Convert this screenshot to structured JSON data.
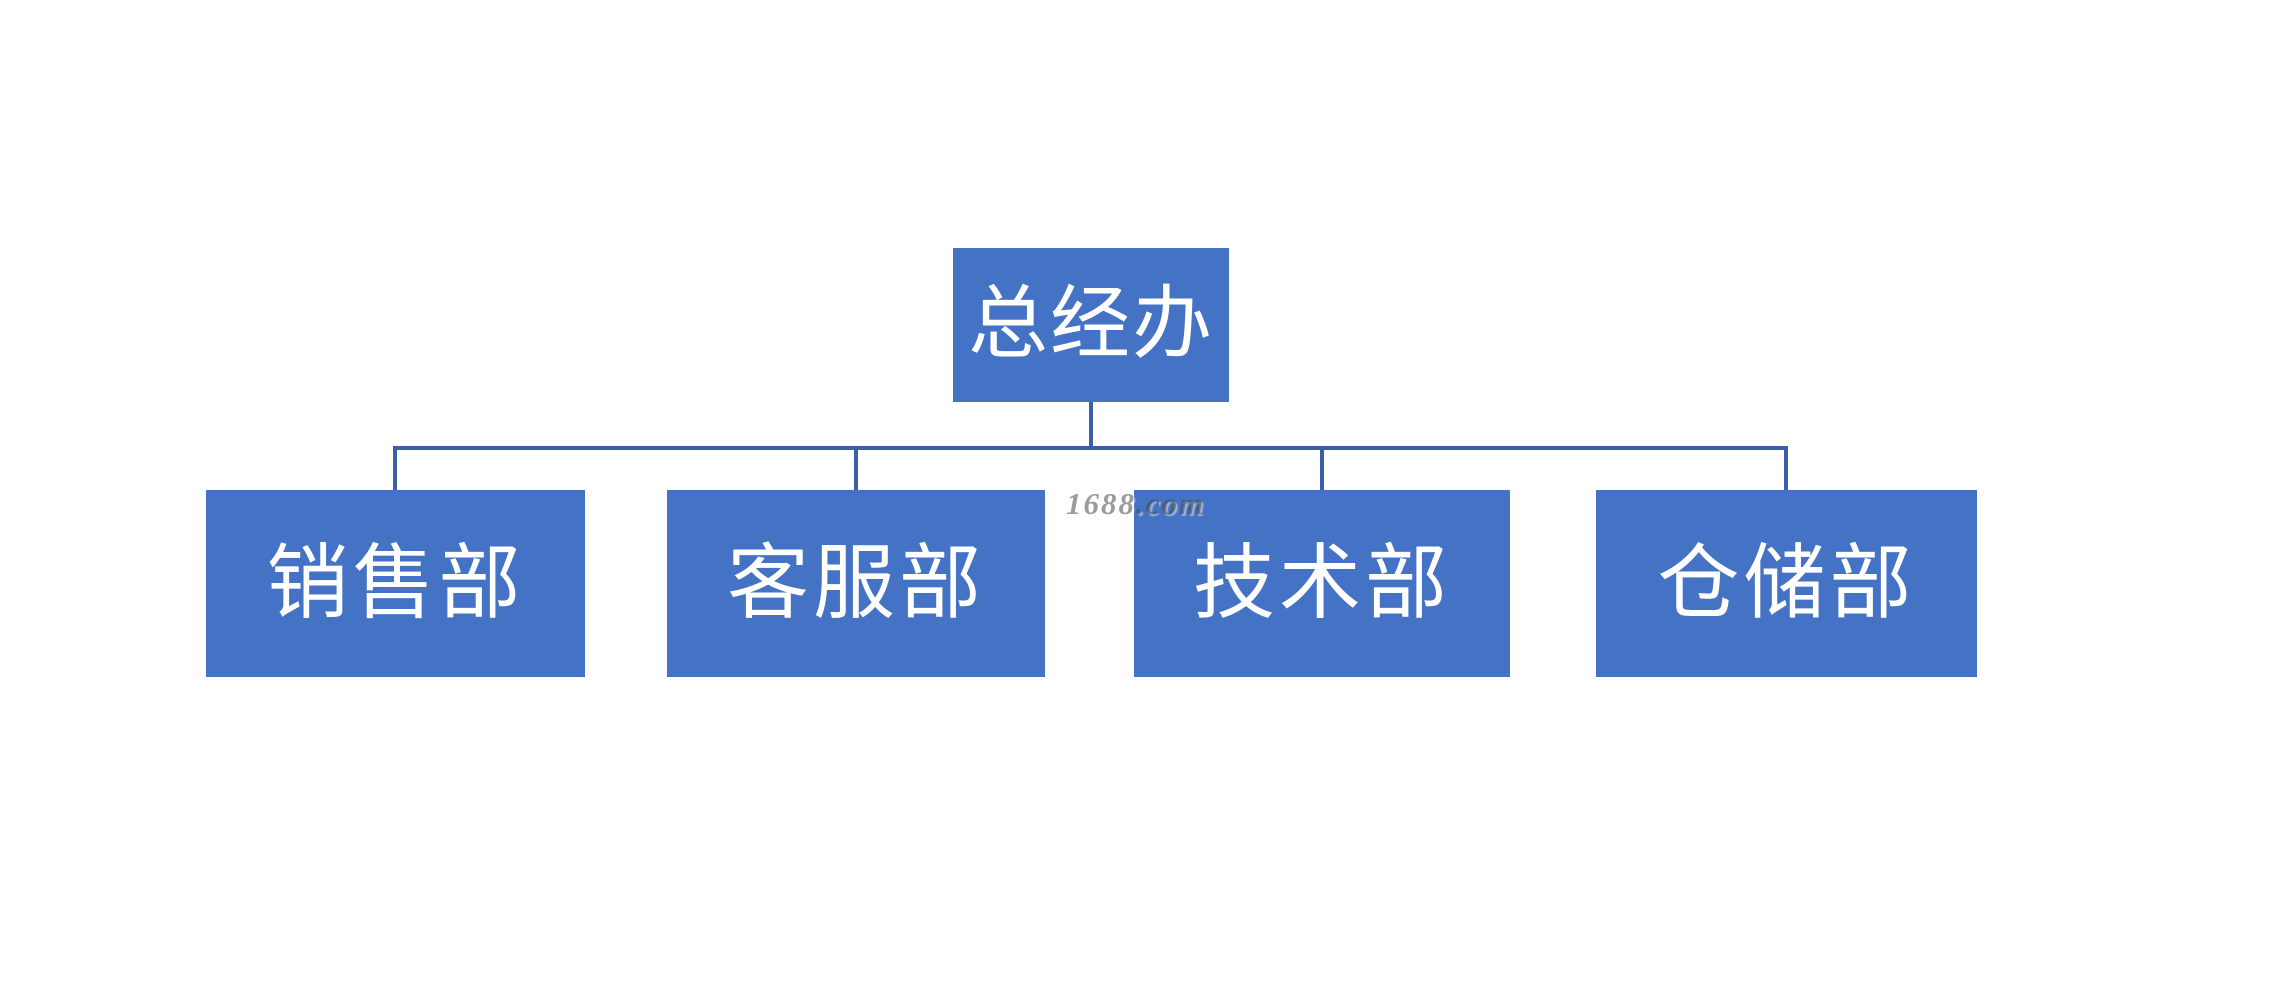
{
  "diagram": {
    "type": "org-chart",
    "root": {
      "label": "总经办"
    },
    "children": [
      {
        "label": "销售部"
      },
      {
        "label": "客服部"
      },
      {
        "label": "技术部"
      },
      {
        "label": "仓储部"
      }
    ]
  },
  "watermark": {
    "text": "1688.com"
  },
  "colors": {
    "background": "#ffffff",
    "node_fill": "#4472C4",
    "node_text": "#ffffff",
    "connector": "#3C5FA8",
    "watermark_text": "rgba(72,72,72,0.55)"
  }
}
